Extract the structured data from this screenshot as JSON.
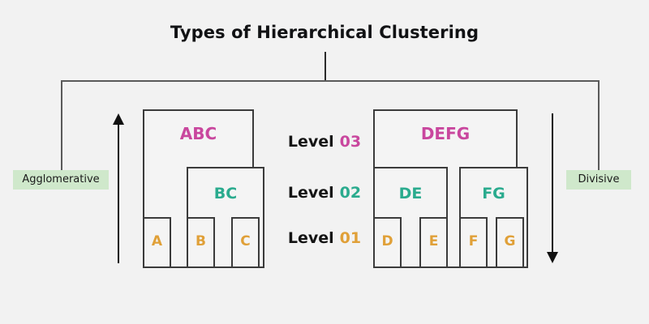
{
  "page": {
    "title": "Types of Hierarchical Clustering",
    "background_color": "#f2f2f2"
  },
  "labels": {
    "left": "Agglomerative",
    "right": "Divisive",
    "badge_background": "#cfe8cb"
  },
  "arrows": {
    "left_direction": "up",
    "right_direction": "down",
    "color": "#101010"
  },
  "levels": [
    {
      "word": "Level",
      "number": "03",
      "color": "#c9479e"
    },
    {
      "word": "Level",
      "number": "02",
      "color": "#2aab8e"
    },
    {
      "word": "Level",
      "number": "01",
      "color": "#e0a038"
    }
  ],
  "colors": {
    "level3": "#c9479e",
    "level2": "#2aab8e",
    "level1": "#e0a038",
    "box_border": "#3b3b3b",
    "box_fill": "#f4f4f4"
  },
  "clusters": {
    "left": {
      "level3": "ABC",
      "level2": "BC",
      "leaves": [
        "A",
        "B",
        "C"
      ]
    },
    "right": {
      "level3": "DEFG",
      "level2_a": "DE",
      "level2_b": "FG",
      "leaves": [
        "D",
        "E",
        "F",
        "G"
      ]
    }
  }
}
